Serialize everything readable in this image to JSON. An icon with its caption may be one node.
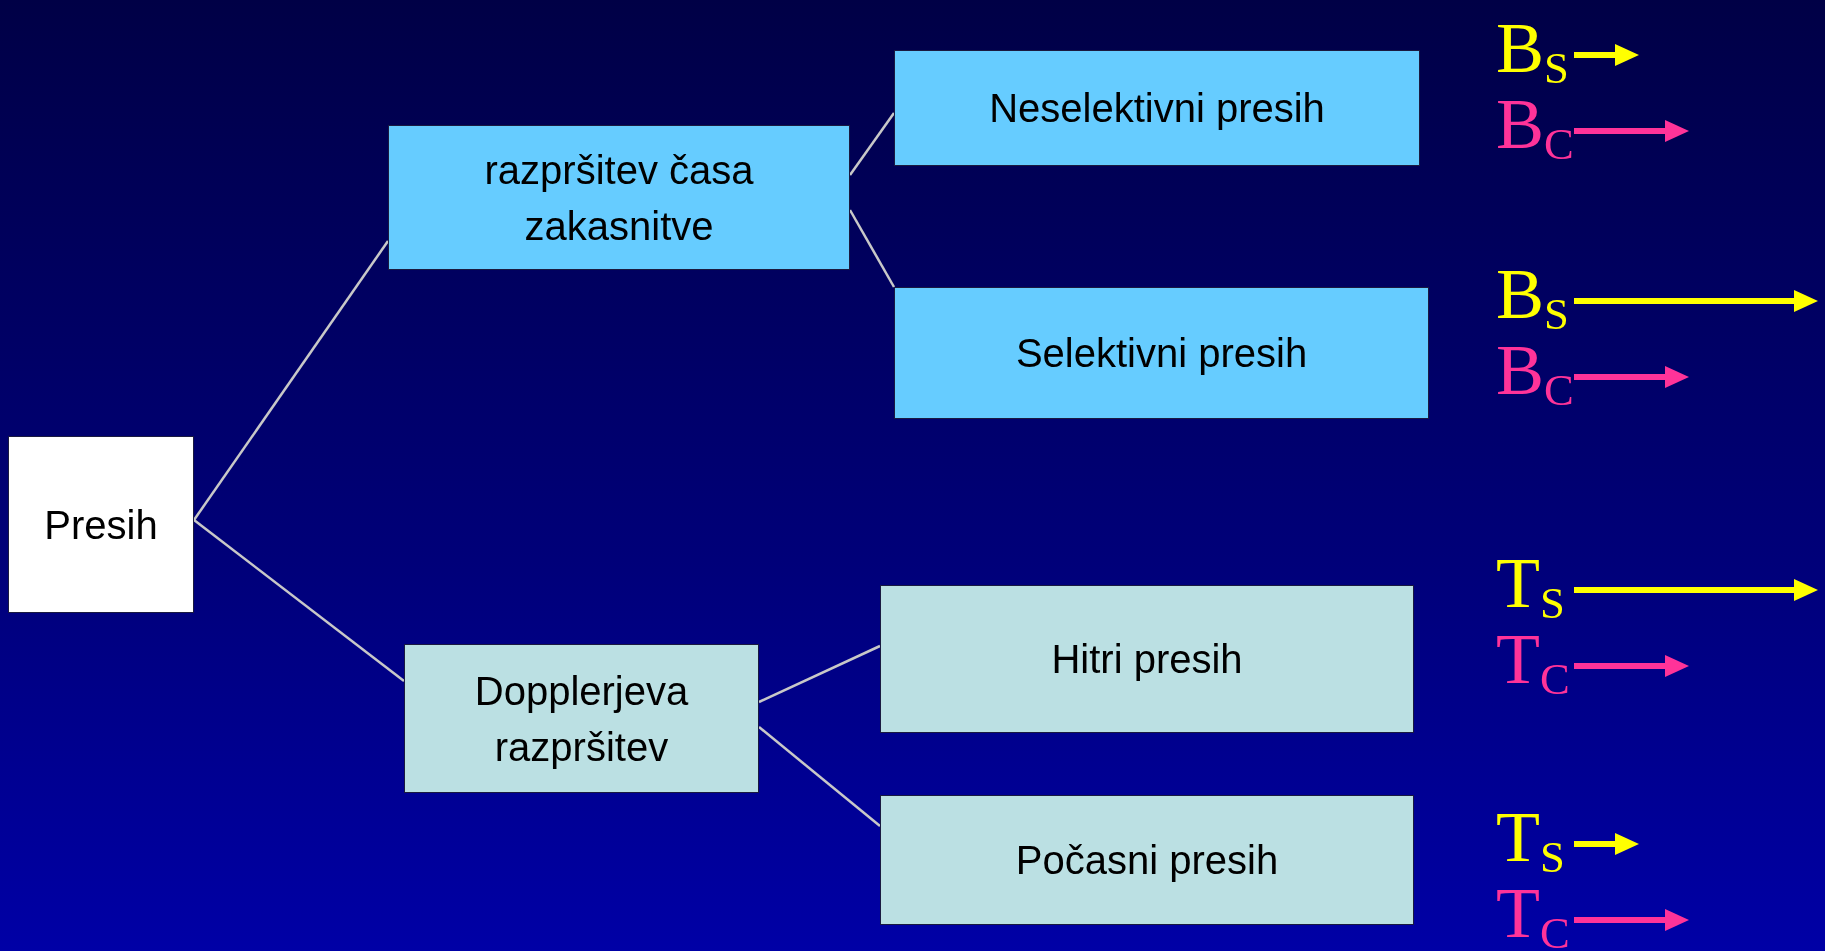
{
  "diagram": {
    "nodes": [
      {
        "text": [
          "Presih"
        ]
      },
      {
        "text": [
          "razpršitev časa zakasnitve"
        ]
      },
      {
        "text": [
          "Dopplerjeva razpršitev"
        ]
      },
      {
        "text": [
          "Neselektivni presih"
        ]
      },
      {
        "text": [
          "Selektivni presih"
        ]
      },
      {
        "text": [
          "Hitri presih"
        ]
      },
      {
        "text": [
          "Počasni presih"
        ]
      }
    ],
    "edges": [
      {
        "from": 0,
        "to": 1,
        "arrow": "none"
      },
      {
        "from": 0,
        "to": 2,
        "arrow": "none"
      },
      {
        "from": 1,
        "to": 3,
        "arrow": "none"
      },
      {
        "from": 1,
        "to": 4,
        "arrow": "none"
      },
      {
        "from": 2,
        "to": 5,
        "arrow": "none"
      },
      {
        "from": 2,
        "to": 6,
        "arrow": "none"
      }
    ],
    "labels": [
      "B$_{S}$",
      "B$_{C}$",
      "B$_{S}$",
      "B$_{C}$",
      "T$_{S}$",
      "T$_{C}$",
      "T$_{S}$",
      "T$_{C}$"
    ]
  }
}
